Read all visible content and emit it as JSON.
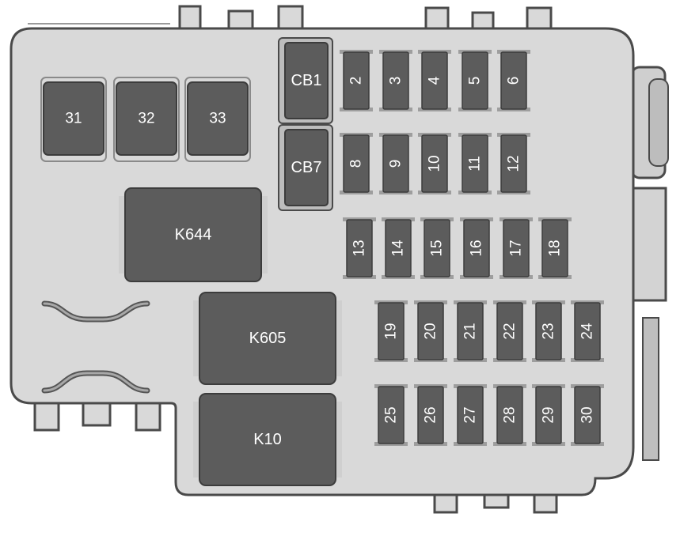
{
  "diagram": {
    "circuit_breakers": [
      {
        "id": "CB1",
        "label": "CB1"
      },
      {
        "id": "CB7",
        "label": "CB7"
      }
    ],
    "relays": [
      {
        "id": "31",
        "label": "31"
      },
      {
        "id": "32",
        "label": "32"
      },
      {
        "id": "33",
        "label": "33"
      },
      {
        "id": "K644",
        "label": "K644"
      },
      {
        "id": "K605",
        "label": "K605"
      },
      {
        "id": "K10",
        "label": "K10"
      }
    ],
    "fuse_rows": [
      [
        "2",
        "3",
        "4",
        "5",
        "6"
      ],
      [
        "8",
        "9",
        "10",
        "11",
        "12"
      ],
      [
        "13",
        "14",
        "15",
        "16",
        "17",
        "18"
      ],
      [
        "19",
        "20",
        "21",
        "22",
        "23",
        "24"
      ],
      [
        "25",
        "26",
        "27",
        "28",
        "29",
        "30"
      ]
    ]
  },
  "colors": {
    "housing": "#d9d9d9",
    "outline": "#4a4a4a",
    "component": "#5c5c5c",
    "label": "#ffffff"
  }
}
